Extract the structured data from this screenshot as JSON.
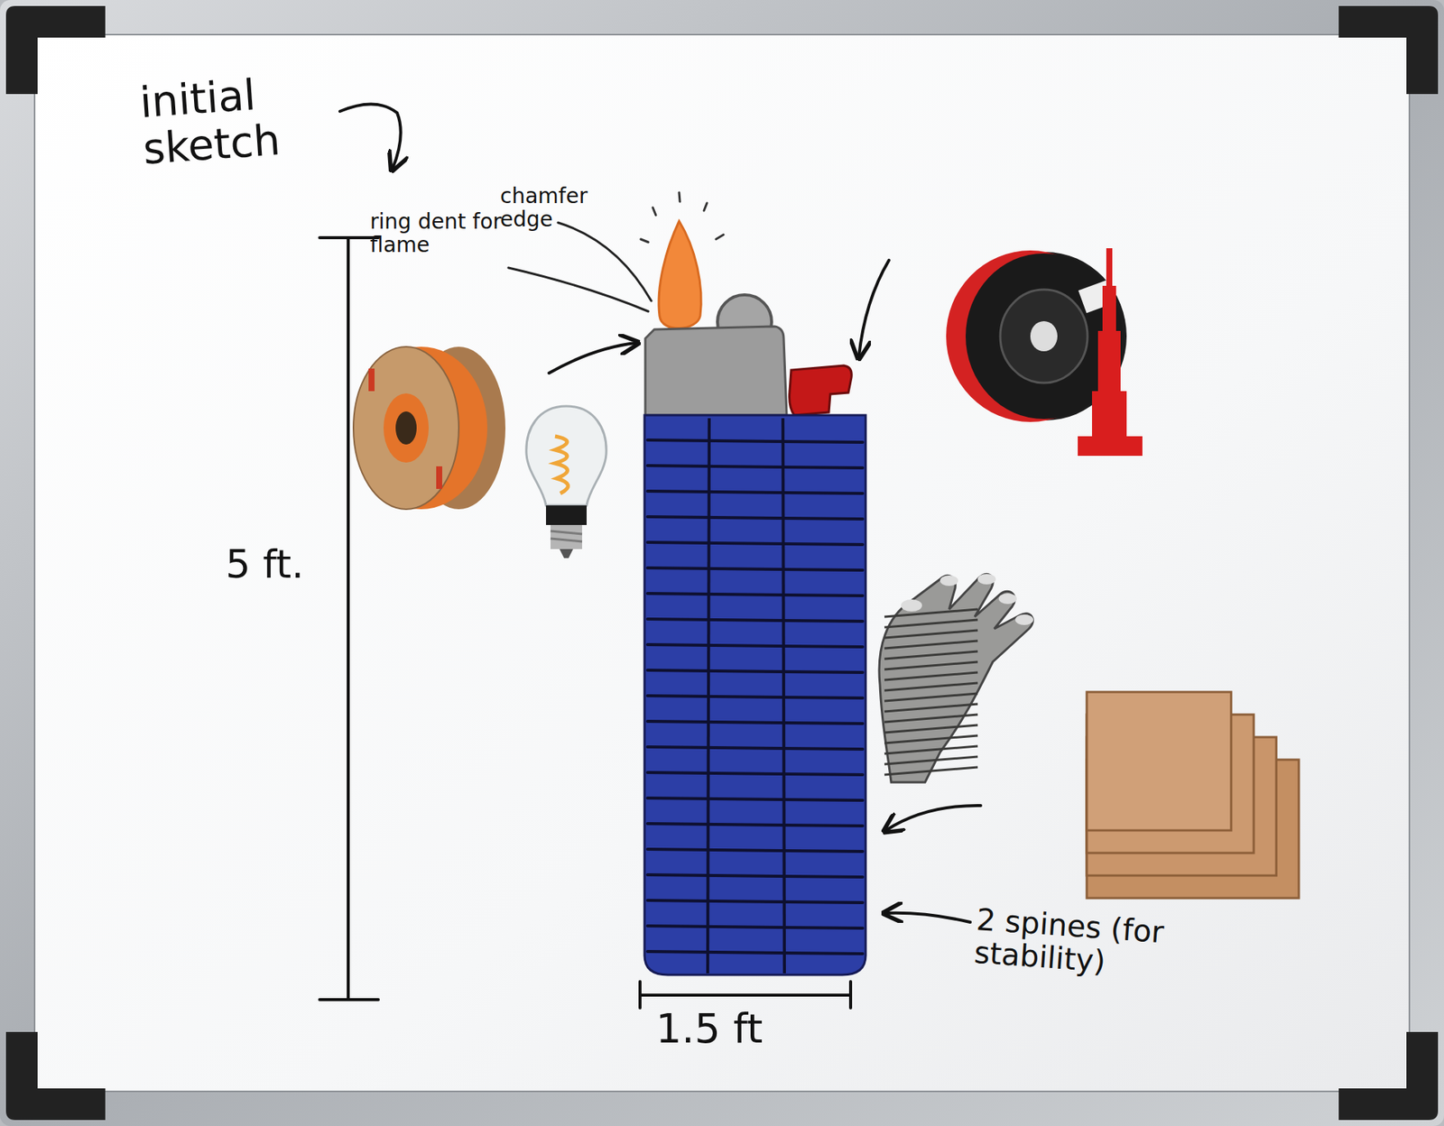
{
  "diagram": {
    "labels": [
      "initial sketch",
      "ring dent for flame",
      "chamfer edge",
      "5 ft.",
      "1.5 ft",
      "2 spines (for stability)"
    ]
  }
}
